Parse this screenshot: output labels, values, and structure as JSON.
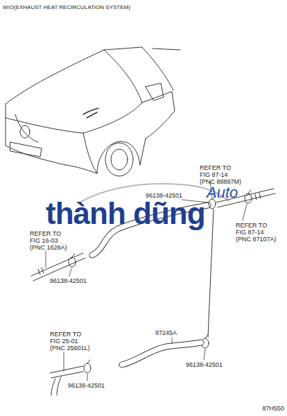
{
  "diagram": {
    "title": "W/O(EXHAUST HEAT RECIRCULATION SYSTEM)",
    "labels": [
      "REFER TO FIG 87-14 (PNC 88897M)",
      "96138-42501",
      "REFER TO FIG 87-14 (PNC 87107A)",
      "REFER TO FIG 16-03 (PNC 1628A)",
      "96138-42501",
      "87245A",
      "REFER TO FIG 25-01 (PNC 25601L)",
      "96138-42501",
      "96138-42501",
      "87H550",
      "thành",
      "dũng",
      "Auto"
    ]
  }
}
